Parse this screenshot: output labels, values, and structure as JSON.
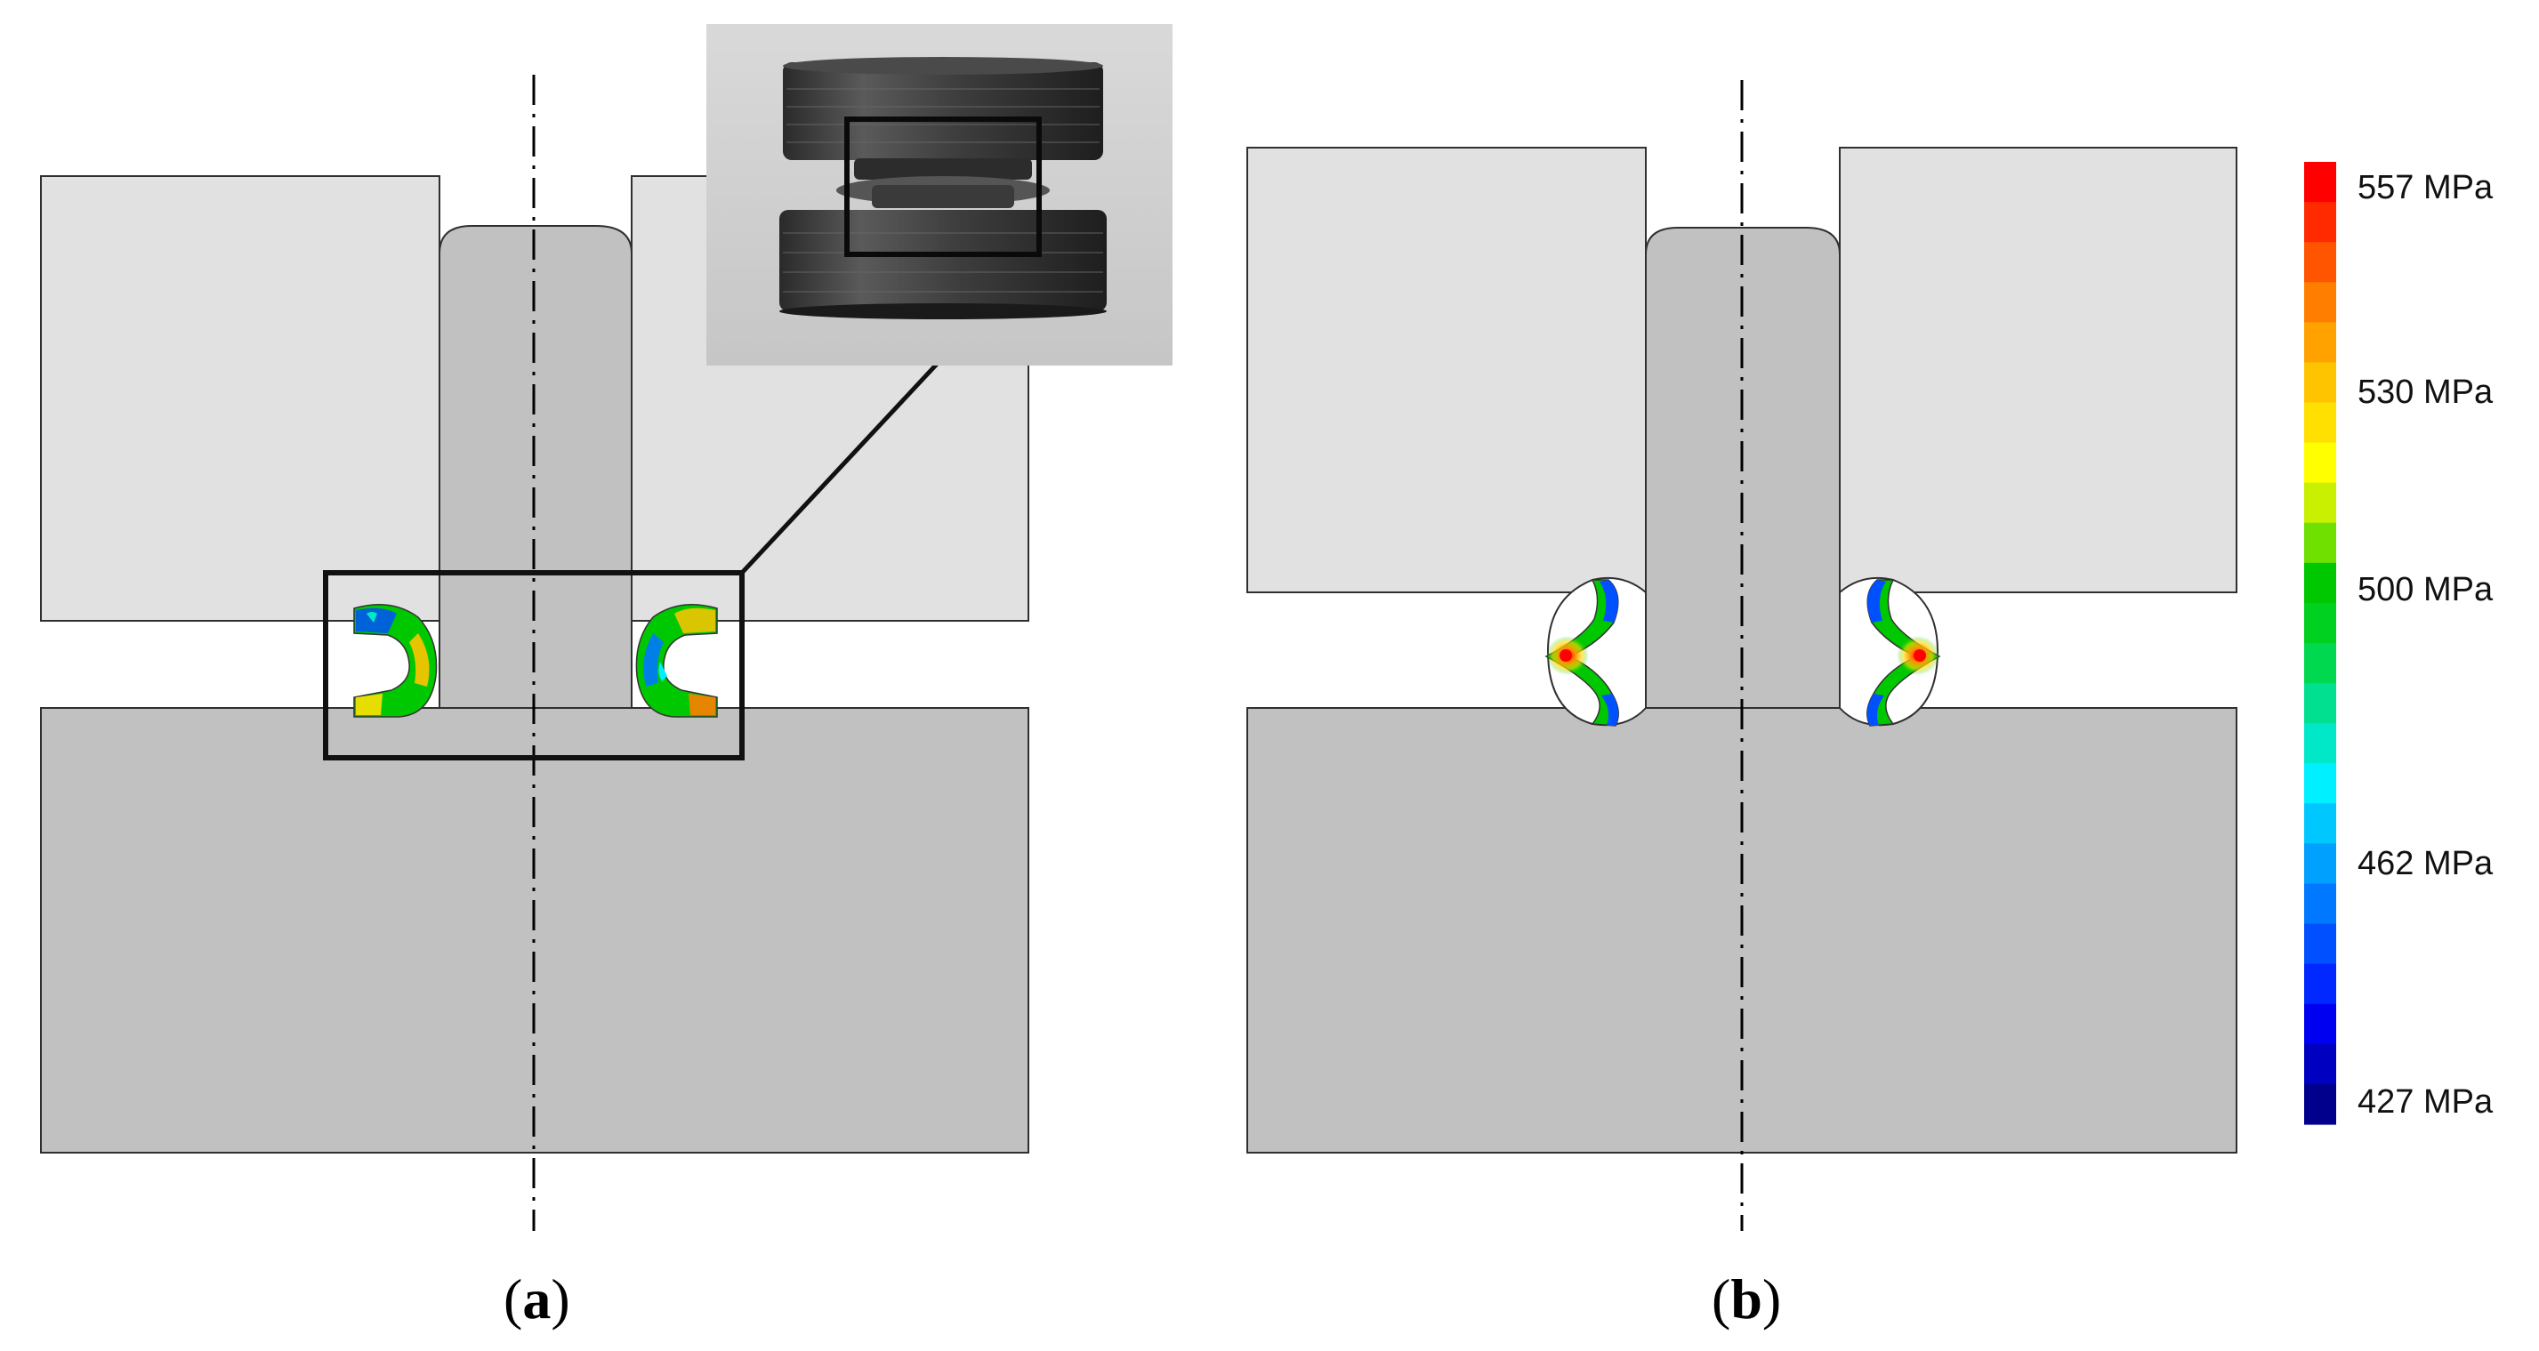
{
  "panels": [
    {
      "id": "a",
      "open": "(",
      "letter": "a",
      "close": ")"
    },
    {
      "id": "b",
      "open": "(",
      "letter": "b",
      "close": ")"
    }
  ],
  "colorbar": {
    "labels": [
      "557 MPa",
      "530 MPa",
      "500 MPa",
      "462 MPa",
      "427 MPa"
    ],
    "colors": [
      "#ff0000",
      "#ff2a00",
      "#ff5400",
      "#ff7e00",
      "#ffa200",
      "#ffc400",
      "#ffe000",
      "#ffff00",
      "#c8f000",
      "#70e000",
      "#00c800",
      "#00d020",
      "#00d850",
      "#00e090",
      "#00e8c8",
      "#00f0ff",
      "#00c8ff",
      "#00a0ff",
      "#0078ff",
      "#0050ff",
      "#0028ff",
      "#0000f0",
      "#0000c0",
      "#00008c"
    ]
  },
  "colors": {
    "light_part": "#e1e1e1",
    "dark_part": "#c1c1c1",
    "outline": "#303030",
    "frame": "#111111"
  }
}
